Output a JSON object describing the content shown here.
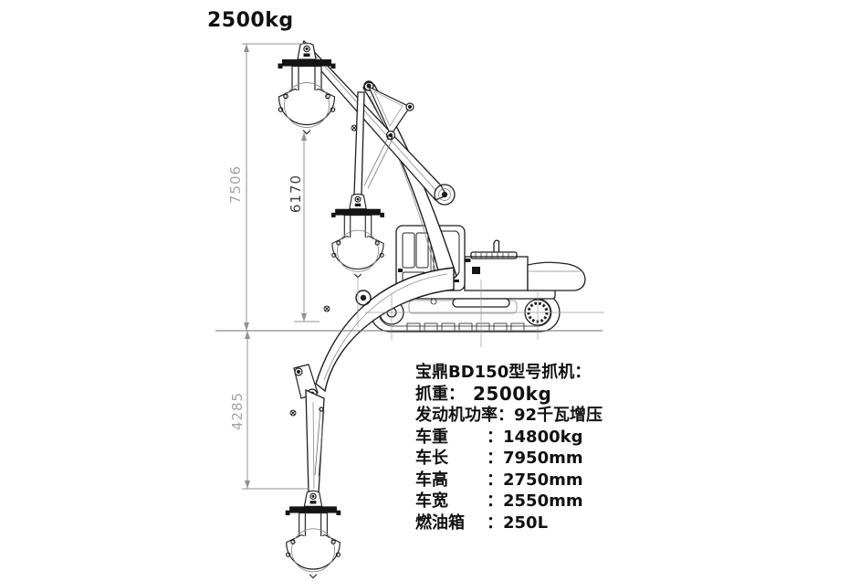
{
  "top_label": "2500kg",
  "dimensions": {
    "overall_height": "7506",
    "inner_height": "6170",
    "below_ground_depth": "4285"
  },
  "spec_panel": {
    "title": "宝鼎BD150型号抓机：",
    "rows": [
      {
        "label": "抓重：",
        "value": "2500kg"
      },
      {
        "label": "发动机功率：",
        "value": "92千瓦增压"
      },
      {
        "label": "车重",
        "value": "：14800kg"
      },
      {
        "label": "车长",
        "value": "：7950mm"
      },
      {
        "label": "车高",
        "value": "：2750mm"
      },
      {
        "label": "车宽",
        "value": "：2550mm"
      },
      {
        "label": "燃油箱",
        "value": "：250L"
      }
    ]
  },
  "colors": {
    "drawing_line": "#1f1f1f",
    "detail_line": "#8a8a8a",
    "dimension_line": "#909090",
    "dim_label_light": "#a4a4a4",
    "dim_label_dark": "#3f3f3f",
    "text": "#111111"
  }
}
